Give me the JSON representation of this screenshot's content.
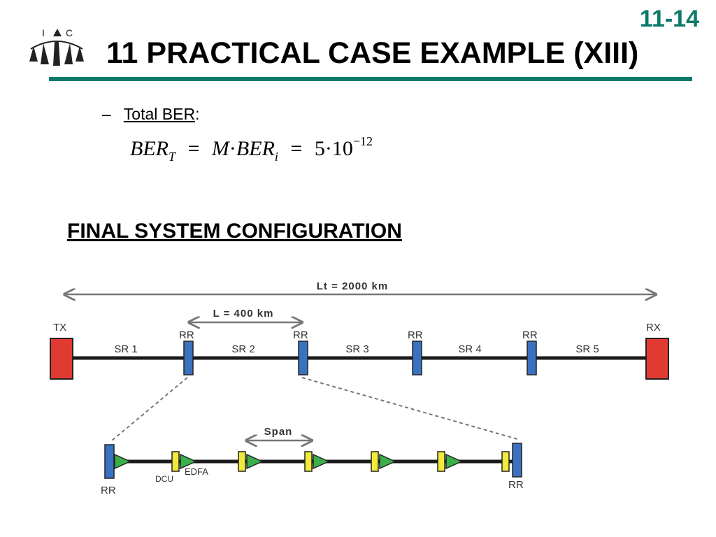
{
  "slide": {
    "number": "11-14"
  },
  "header": {
    "logo_text": "IAC",
    "title": "11 PRACTICAL CASE EXAMPLE (XIII)"
  },
  "bullet": {
    "dash": "–",
    "label": "Total BER",
    "suffix": ":"
  },
  "formula": {
    "lhs": "BER",
    "lhs_sub": "T",
    "eq1": "=",
    "m": "M",
    "dot": "·",
    "rhs": "BER",
    "rhs_sub": "i",
    "eq2": "=",
    "value": "5·10",
    "exponent": "−12"
  },
  "section_heading": "FINAL SYSTEM CONFIGURATION",
  "diagram": {
    "total_length_label": "Lt = 2000 km",
    "section_length_label": "L = 400 km",
    "span_label": "Span",
    "tx_label": "TX",
    "rx_label": "RX",
    "regenerator_label": "RR",
    "sections": [
      "SR 1",
      "SR 2",
      "SR 3",
      "SR 4",
      "SR 5"
    ],
    "detail_left_label": "RR",
    "detail_right_label": "RR",
    "dcu_label": "DCU",
    "edfa_label": "EDFA",
    "colors": {
      "terminal": "#e03a33",
      "regenerator": "#3a72c0",
      "dcu": "#f0ea3a",
      "edfa": "#3ab04a",
      "fiber": "#1a1a1a",
      "arrow": "#777777",
      "accent": "#0b7a6a"
    }
  }
}
